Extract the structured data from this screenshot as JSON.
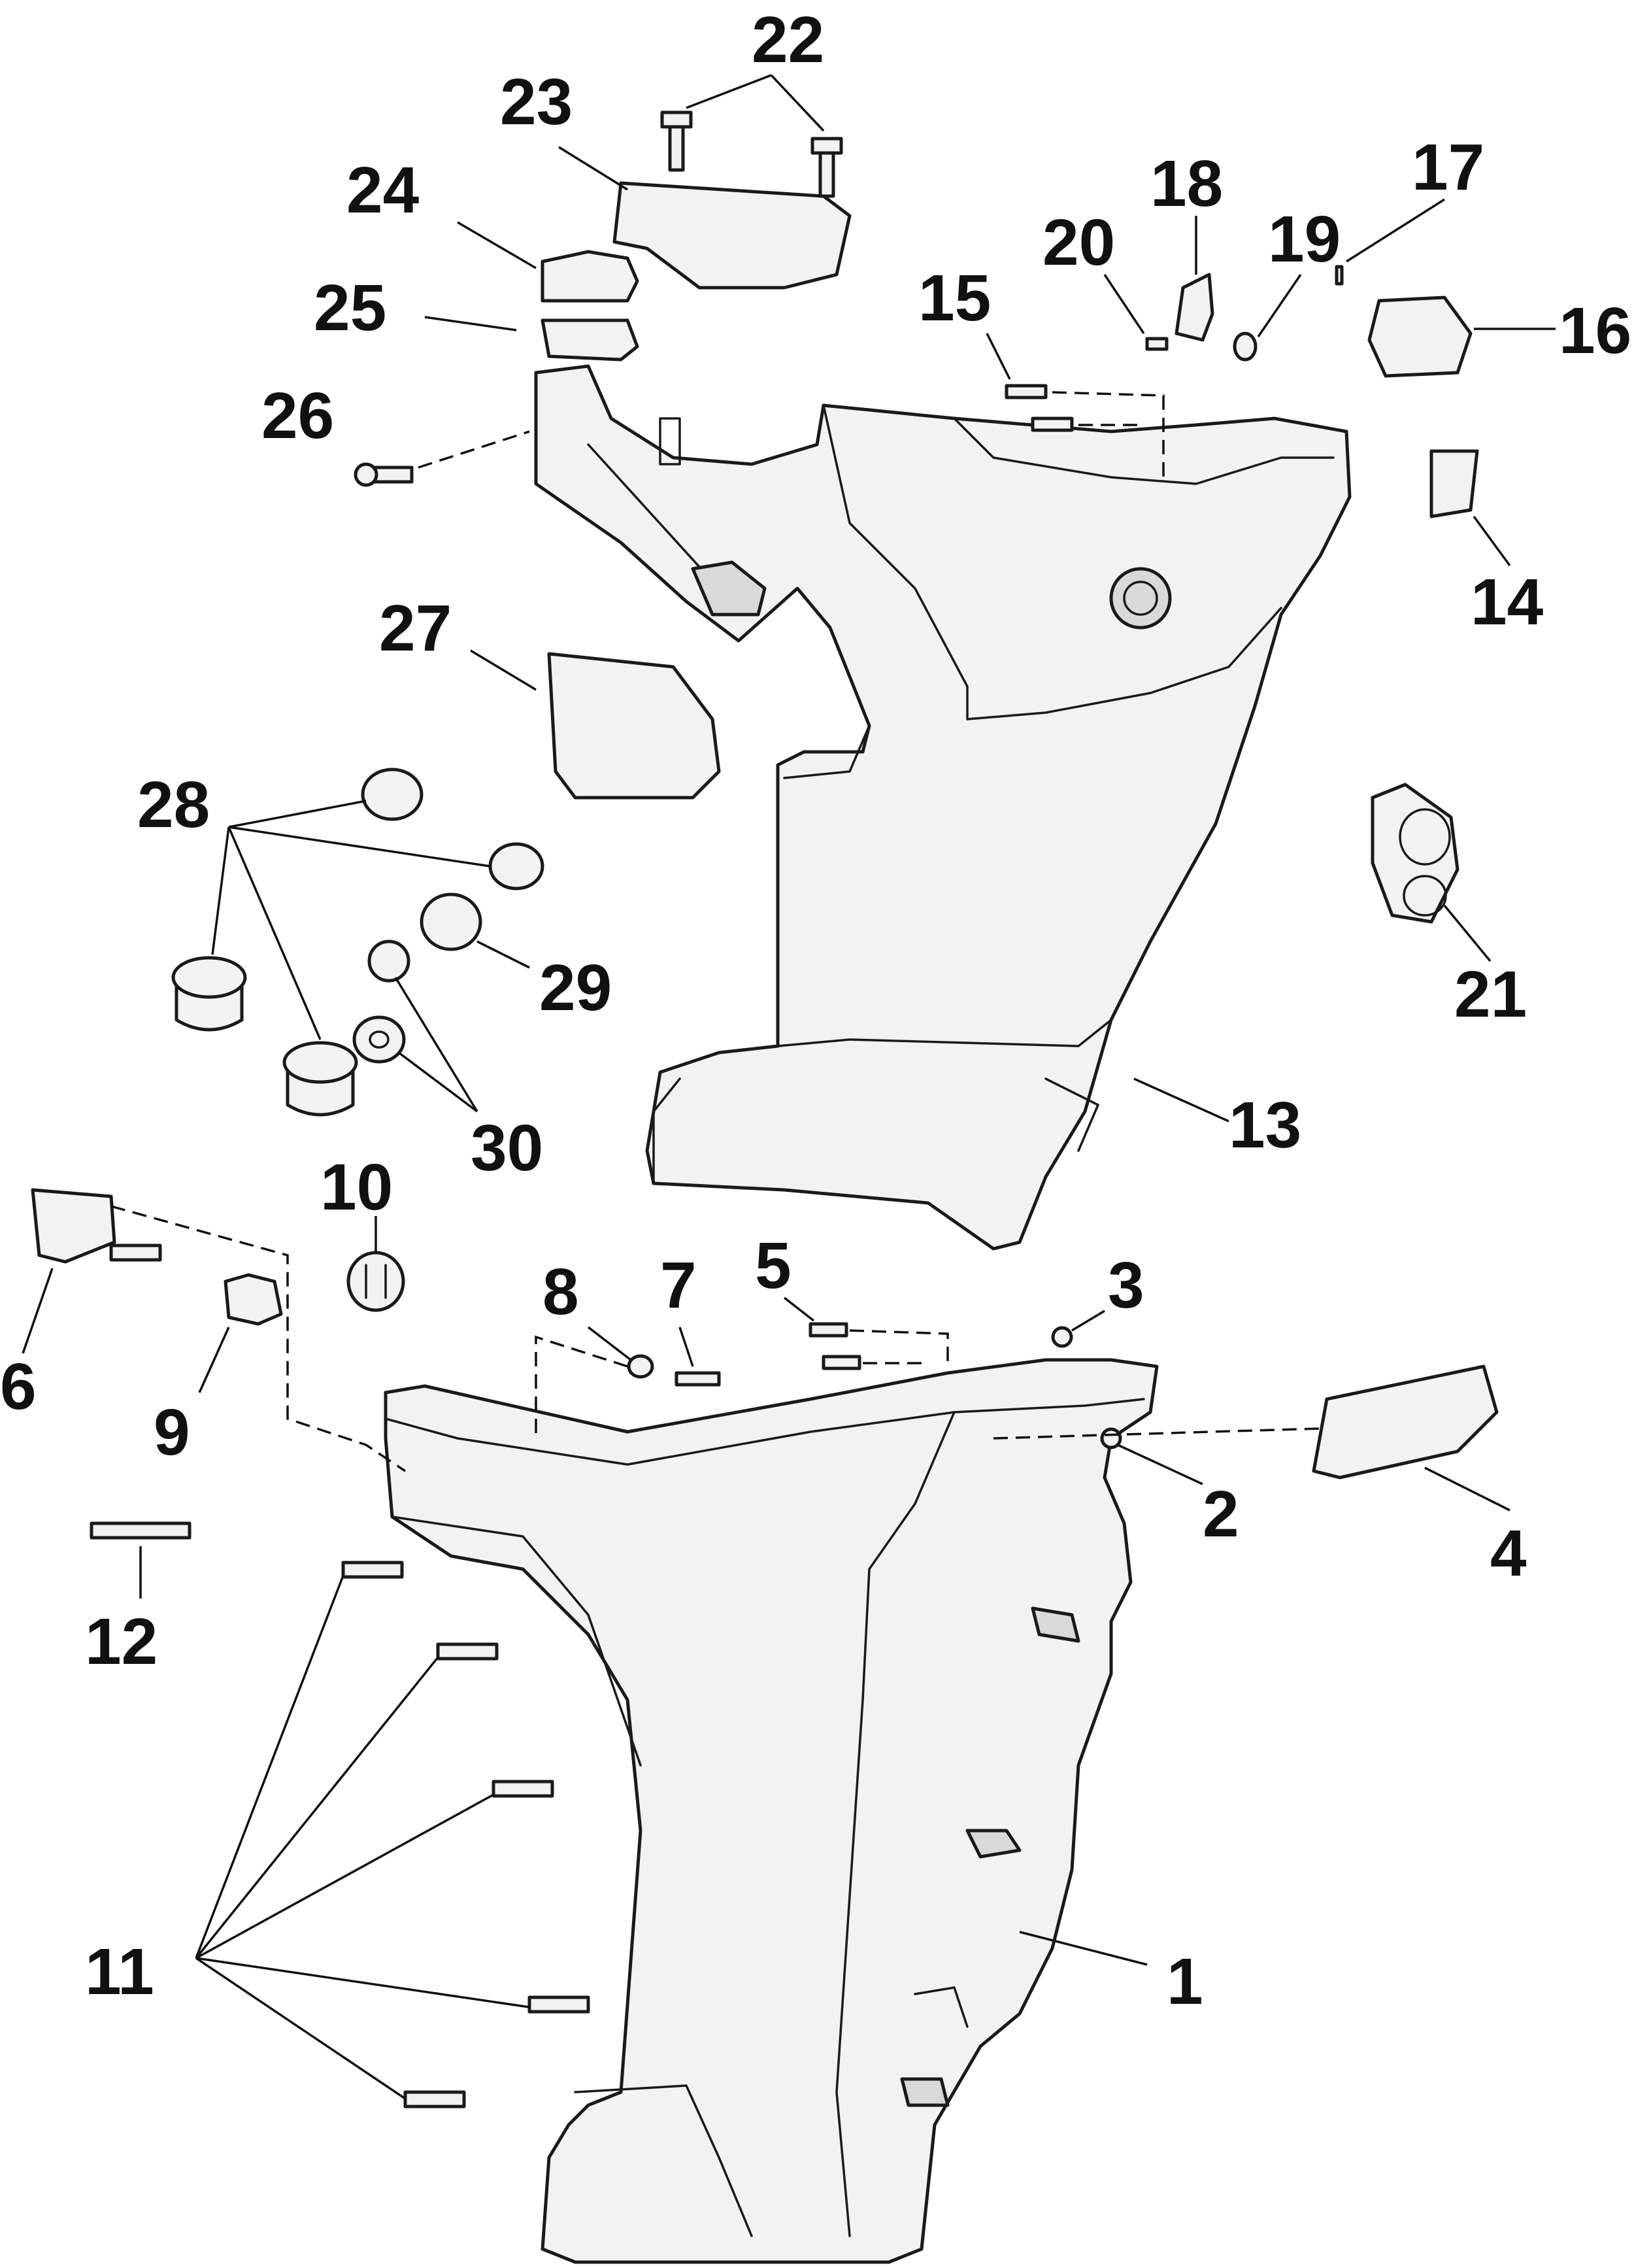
{
  "diagram": {
    "type": "exploded-parts-view",
    "callouts": [
      "1",
      "2",
      "3",
      "4",
      "5",
      "6",
      "7",
      "8",
      "9",
      "10",
      "11",
      "12",
      "13",
      "14",
      "15",
      "16",
      "17",
      "18",
      "19",
      "20",
      "21",
      "22",
      "23",
      "24",
      "25",
      "26",
      "27",
      "28",
      "29",
      "30"
    ]
  }
}
